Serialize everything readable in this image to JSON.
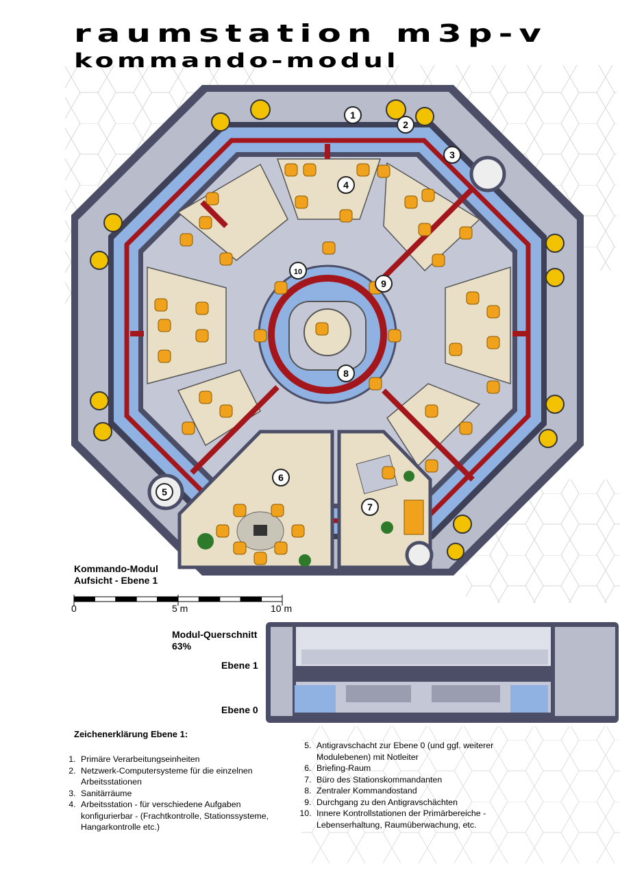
{
  "title": {
    "line1": "Raumstation M3P-V",
    "line2": "Kommando-Modul"
  },
  "plan": {
    "caption_line1": "Kommando-Modul",
    "caption_line2": "Aufsicht - Ebene 1",
    "markers": [
      "1",
      "2",
      "3",
      "4",
      "5",
      "6",
      "7",
      "8",
      "9",
      "10"
    ]
  },
  "scale": {
    "labels": [
      "0",
      "5 m",
      "10 m"
    ],
    "max_m": 10,
    "segments": 10
  },
  "cross_section": {
    "title": "Modul-Querschnitt",
    "zoom": "63%",
    "level1": "Ebene 1",
    "level0": "Ebene 0"
  },
  "legend": {
    "title": "Zeichenerklärung Ebene 1:",
    "items_left": [
      "Primäre Verarbeitungseinheiten",
      "Netzwerk-Computersysteme für die einzelnen Arbeitsstationen",
      "Sanitärräume",
      "Arbeitsstation - für verschiedene Aufgaben konfigurierbar - (Frachtkontrolle, Stationssysteme, Hangarkontrolle etc.)"
    ],
    "items_right": [
      "Antigravschacht zur Ebene 0 (und ggf. weiterer Modulebenen) mit Notleiter",
      "Briefing-Raum",
      "Büro des Stationskommandanten",
      "Zentraler Kommandostand",
      "Durchgang zu den Antigravschächten",
      "Innere Kontrollstationen der Primärbereiche - Lebenserhaltung, Raumüberwachung, etc."
    ]
  },
  "colors": {
    "hull": "#4b4e66",
    "machinery": "#b9bccb",
    "corridor": "#8fb2e3",
    "stripe": "#a3171c",
    "room_floor": "#e9dfc6",
    "panel": "#c4c7d6",
    "chair": "#f0a21c"
  }
}
